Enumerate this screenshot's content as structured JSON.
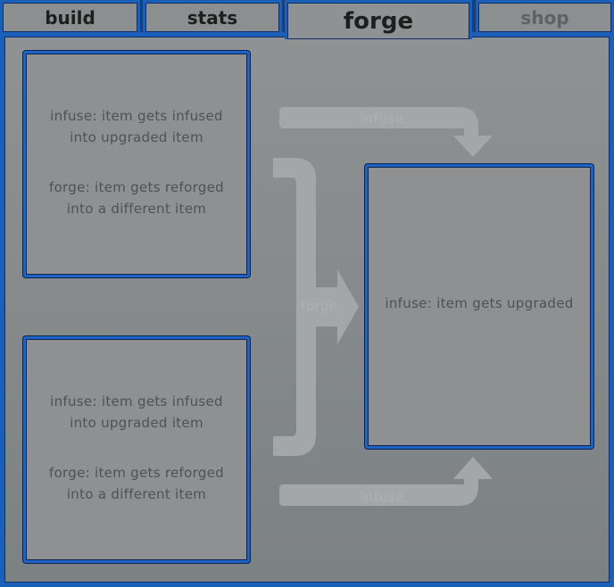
{
  "tabs": [
    {
      "label": "build",
      "state": "normal"
    },
    {
      "label": "stats",
      "state": "normal"
    },
    {
      "label": "forge",
      "state": "active"
    },
    {
      "label": "shop",
      "state": "disabled"
    }
  ],
  "slots": {
    "top_left": {
      "infuse_line1": "infuse: item gets infused",
      "infuse_line2": "into upgraded item",
      "forge_line1": "forge: item gets reforged",
      "forge_line2": "into a different item"
    },
    "bottom_left": {
      "infuse_line1": "infuse: item gets infused",
      "infuse_line2": "into upgraded item",
      "forge_line1": "forge: item gets reforged",
      "forge_line2": "into a different item"
    },
    "result": {
      "text": "infuse: item gets upgraded"
    }
  },
  "flows": {
    "top_label": "infuse",
    "middle_label": "forge",
    "bottom_label": "infuse"
  },
  "colors": {
    "frame_blue": "#1c5fb8",
    "panel_gray": "#8f9293",
    "arrow_gray": "#a4a7a8"
  }
}
